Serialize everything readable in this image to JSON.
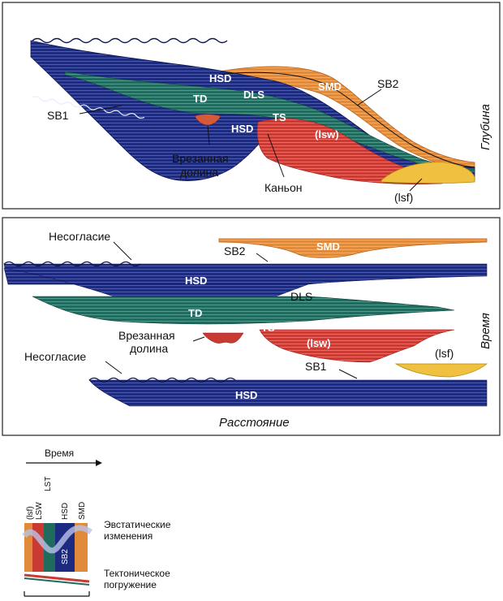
{
  "panel_top": {
    "labels": {
      "hsd": "HSD",
      "dls": "DLS",
      "smd": "SMD",
      "sb2": "SB2",
      "td": "TD",
      "ts": "TS",
      "sb1": "SB1",
      "lsw": "(lsw)",
      "hsd2": "HSD",
      "incised_valley_line1": "Врезанная",
      "incised_valley_line2": "долина",
      "canyon": "Каньон",
      "lsf": "(lsf)",
      "depth_axis": "Глубина"
    }
  },
  "panel_bottom": {
    "labels": {
      "unconformity_top": "Несогласие",
      "sb2": "SB2",
      "smd": "SMD",
      "hsd": "HSD",
      "dls": "DLS",
      "td": "TD",
      "ts": "TS",
      "incised_valley_line1": "Врезанная",
      "incised_valley_line2": "долина",
      "lsw": "(lsw)",
      "lsf": "(lsf)",
      "sb1": "SB1",
      "unconformity_bottom": "Несогласие",
      "hsd2": "HSD",
      "distance_axis": "Расстояние",
      "time_axis": "Время"
    }
  },
  "legend": {
    "time_label": "Время",
    "col_lsf": "(lsf)",
    "col_lsw": "LSW",
    "lst": "LST",
    "col_hsd": "HSD",
    "col_smd": "SMD",
    "sb2": "SB2",
    "eustatic_line1": "Эвстатические",
    "eustatic_line2": "изменения",
    "tectonic_line1": "Тектоническое",
    "tectonic_line2": "погружение"
  },
  "colors": {
    "navy": "#1c2a80",
    "teal": "#1f6b5e",
    "red": "#c83a32",
    "orange": "#e08a3c",
    "yellow": "#f0c040"
  }
}
